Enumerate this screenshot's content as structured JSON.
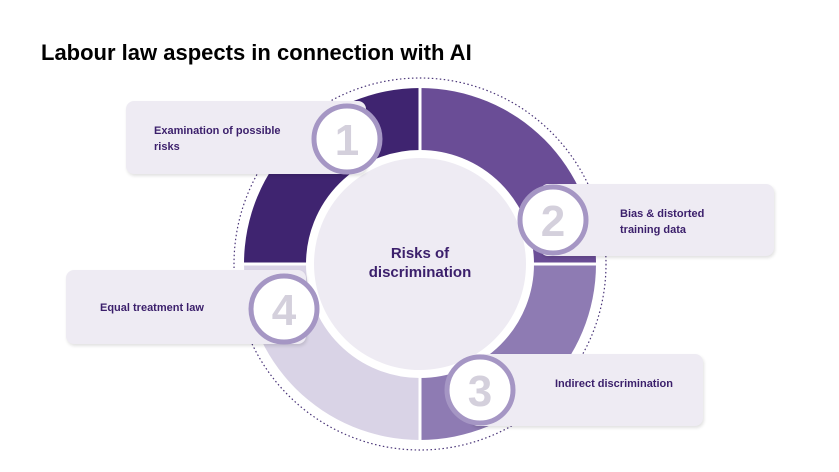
{
  "title": "Labour law aspects in connection with AI",
  "center": {
    "line1": "Risks of",
    "line2": "discrimination"
  },
  "steps": [
    {
      "number": "1",
      "label_line1": "Examination of possible",
      "label_line2": "risks"
    },
    {
      "number": "2",
      "label_line1": "Bias & distorted",
      "label_line2": "training data"
    },
    {
      "number": "3",
      "label_line1": "Indirect discrimination",
      "label_line2": ""
    },
    {
      "number": "4",
      "label_line1": "Equal treatment law",
      "label_line2": ""
    }
  ],
  "colors": {
    "segment_1": "#3f2470",
    "segment_2": "#6a4d96",
    "segment_3": "#8e7bb3",
    "segment_4": "#d9d3e6",
    "card_bg": "#eeebf3",
    "text_purple": "#3b1f6b",
    "number_gray": "#d4d0dc",
    "ring_border": "#a596c4",
    "center_fill": "#eeebf3"
  }
}
